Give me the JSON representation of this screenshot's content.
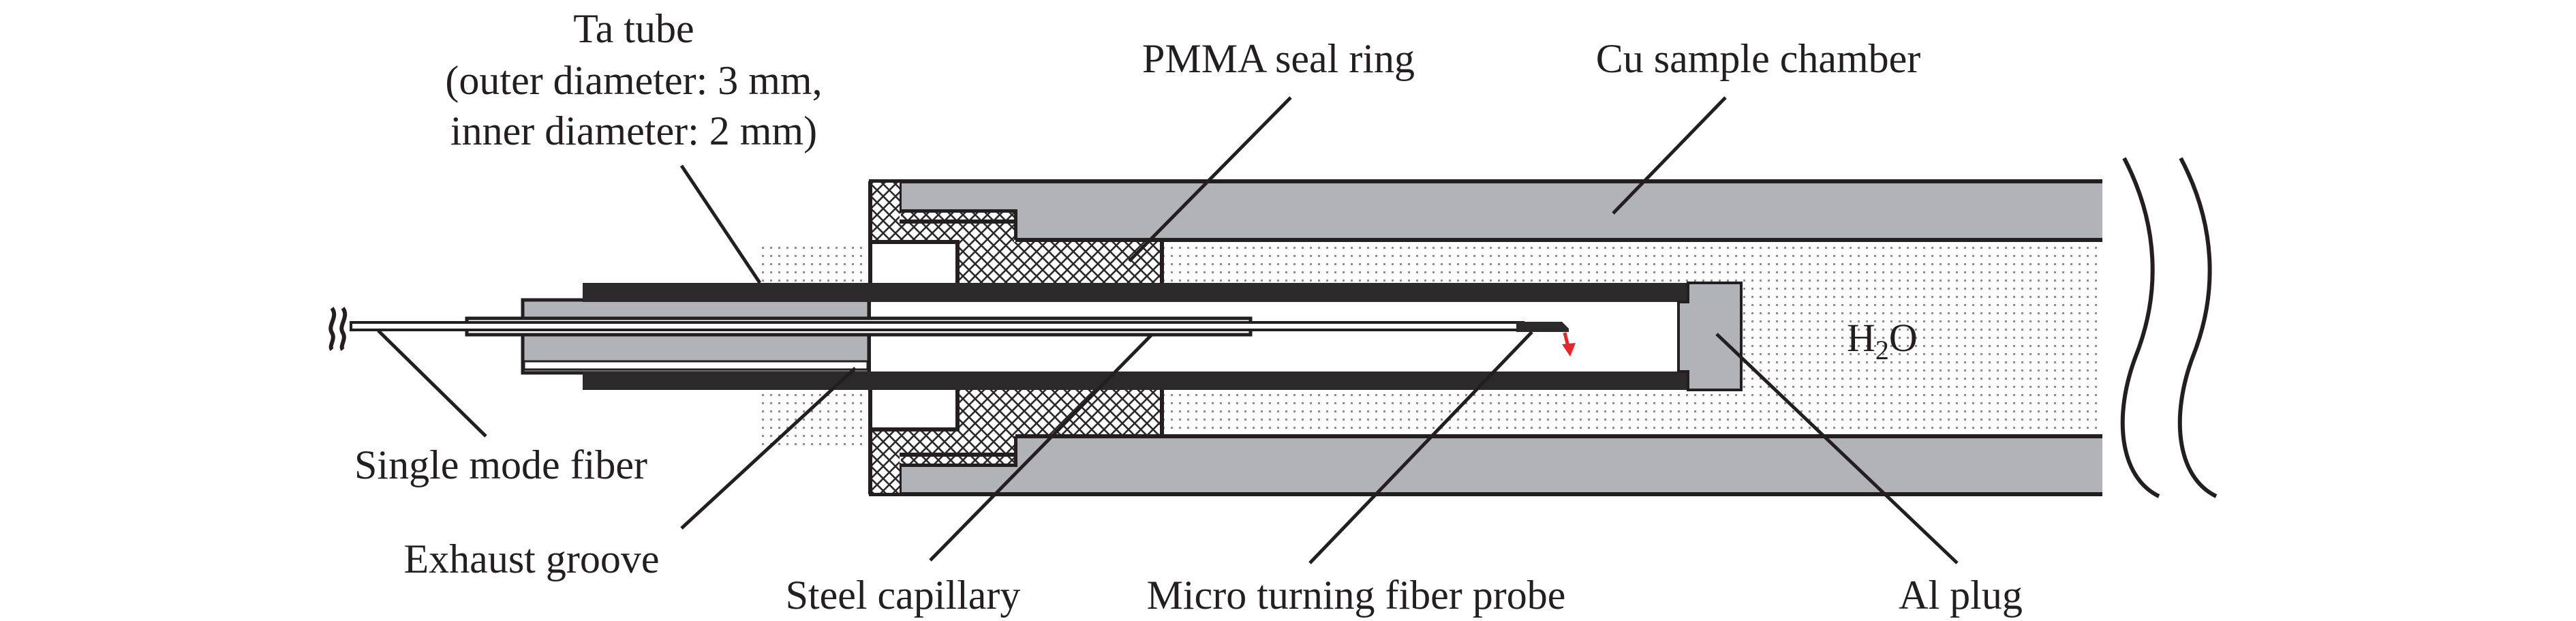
{
  "figure": {
    "type": "schematic cross-section",
    "colors": {
      "cu_chamber": "#b2b3b6",
      "ta_tube": "#2b292a",
      "outline": "#231f20",
      "water_dots": "#8a8a8a",
      "arrow": "#e8262a",
      "background": "#ffffff"
    }
  },
  "labels": {
    "ta_tube": {
      "line1": "Ta tube",
      "line2": "(outer diameter: 3 mm,",
      "line3": "inner diameter: 2 mm)"
    },
    "pmma_seal_ring": "PMMA seal ring",
    "cu_sample_chamber": "Cu sample chamber",
    "water": {
      "base": "H",
      "subscript": "2",
      "tail": "O"
    },
    "single_mode_fiber": "Single mode fiber",
    "exhaust_groove": "Exhaust groove",
    "steel_capillary": "Steel capillary",
    "micro_turning_fiber_probe": "Micro turning fiber probe",
    "al_plug": "Al plug"
  },
  "components": [
    {
      "id": "single-mode-fiber",
      "name": "Single mode fiber",
      "pattern": "white core, black outline"
    },
    {
      "id": "steel-capillary",
      "name": "Steel capillary",
      "pattern": "black outline"
    },
    {
      "id": "exhaust-groove",
      "name": "Exhaust groove",
      "pattern": "white slot"
    },
    {
      "id": "ta-tube",
      "name": "Ta tube",
      "pattern": "solid dark"
    },
    {
      "id": "pmma-seal-ring",
      "name": "PMMA seal ring",
      "pattern": "cross-hatch"
    },
    {
      "id": "cu-sample-chamber",
      "name": "Cu sample chamber",
      "pattern": "solid gray"
    },
    {
      "id": "water",
      "name": "H2O",
      "pattern": "dotted"
    },
    {
      "id": "al-plug",
      "name": "Al plug",
      "pattern": "solid gray"
    },
    {
      "id": "fiber-probe",
      "name": "Micro turning fiber probe",
      "pattern": "dark tip with red arrow"
    }
  ]
}
